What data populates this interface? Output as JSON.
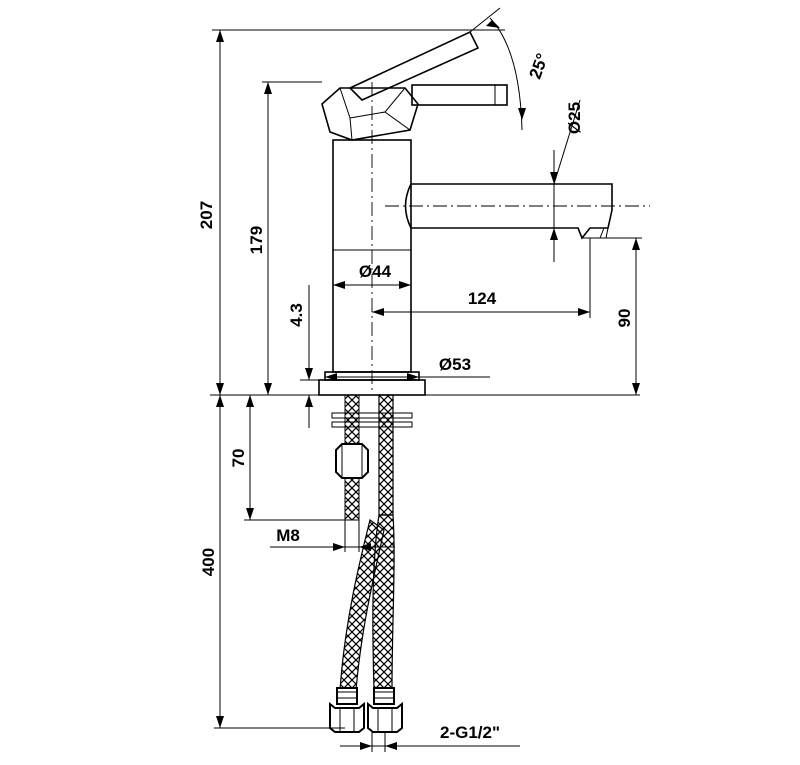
{
  "drawing": {
    "subject": "single lever basin mixer tap",
    "dimensions": {
      "overall_height": "207",
      "body_height": "179",
      "base_step": "4.3",
      "body_diameter": "Ø44",
      "spout_reach": "124",
      "spout_height": "90",
      "base_diameter": "Ø53",
      "spout_diameter": "Ø25",
      "lever_angle": "25°",
      "stud_length": "70",
      "stud_thread": "M8",
      "hose_length": "400",
      "hose_connection": "2-G1/2\""
    }
  }
}
